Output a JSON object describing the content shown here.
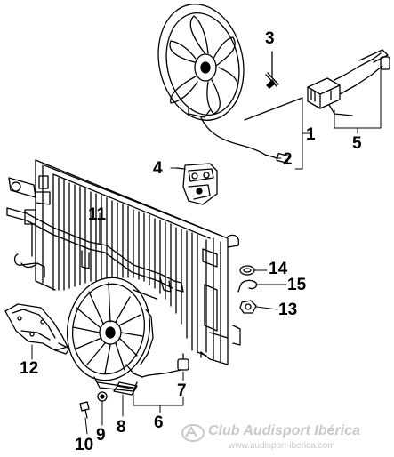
{
  "callouts": {
    "c1": "1",
    "c2": "2",
    "c3": "3",
    "c4": "4",
    "c5": "5",
    "c6": "6",
    "c7": "7",
    "c8": "8",
    "c9": "9",
    "c10": "10",
    "c11": "11",
    "c12": "12",
    "c13": "13",
    "c14": "14",
    "c15": "15"
  },
  "watermark": {
    "title": "Club Audisport Ibérica",
    "url": "www.audisport-iberica.com",
    "color": "#c8c8c8"
  },
  "colors": {
    "ink": "#000000",
    "background": "#ffffff"
  }
}
